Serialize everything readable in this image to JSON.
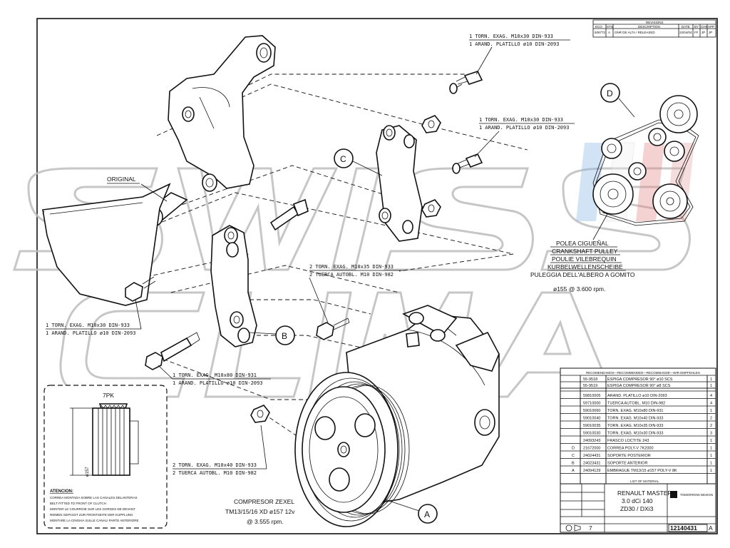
{
  "watermark": "SWISS CLIMA",
  "revisions": {
    "title": "REVISIONS",
    "headers": [
      "ECO",
      "STS",
      "DESCRIPTION",
      "DATE",
      "BY",
      "CHK",
      "APP"
    ],
    "row": [
      "508772",
      "A",
      "ONR DE ALTA / RELEASED",
      "22/04/04",
      "FF",
      "JP",
      "JP"
    ]
  },
  "callouts": {
    "top": [
      "1 TORN. EXAG. M10x30 DIN-933",
      "1 ARAND. PLATILLO ø10 DIN-2093"
    ],
    "mid": [
      "1 TORN. EXAG. M10x30 DIN-933",
      "1 ARAND. PLATILLO ø10 DIN-2093"
    ],
    "original": "ORIGINAL",
    "left": [
      "1 TORN. EXAG. M10x30 DIN-933",
      "1 ARAND. PLATILLO ø10 DIN-2093"
    ],
    "center": [
      "2 TORN. EXAG. M10x35 DIN-933",
      "2 TUERCA AUTOBL. M10 DIN-982"
    ],
    "b_bolt": [
      "1 TORN. EXAG. M10x80 DIN-931",
      "1 ARAND. PLATILLO ø10 DIN-2093"
    ],
    "bottom": [
      "2 TORN. EXAG. M10x40 DIN-933",
      "2 TUERCA AUTOBL. M10 DIN-982"
    ]
  },
  "part_labels": {
    "a": "A",
    "b": "B",
    "c": "C",
    "d": "D"
  },
  "pulley": {
    "lines": [
      "POLEA CIGUEÑAL",
      "CRANKSHAFT PULLEY",
      "POULIE VILEBREQUIN",
      "KURBELWELLENSCHEIBE",
      "PULEGGIA DELL'ALBERO A GOMITO"
    ],
    "spec": "ø155 @ 3.600 rpm."
  },
  "compressor": {
    "lines": [
      "COMPRESOR ZEXEL",
      "TM13/15/16 XD ø157 12v",
      "@ 3.555 rpm."
    ]
  },
  "belt_detail": {
    "title": "7PK",
    "dim": "ø157",
    "warning_title": "ATENCION:",
    "warning": [
      "CORREA MONTADA SOBRE LAS CANALES DELANTERAS",
      "BELT FITTED TO FRONT OF CLUTCH",
      "MONTER LE COURROIE SUR LES GORGES DE DEVANT",
      "RIEMEN GEPASST ZUR FRONTSEITE DER KUPPLUNG",
      "MONTARE LA CINGHIA SULLE CANALI PARTE ANTERIORE"
    ]
  },
  "recommended": {
    "title": "RECOMENDAMOS—RECOMMENDED—RECOMMANDÉ—WIR EMPFEHLEN",
    "rows": [
      {
        "code": "55-9518",
        "desc": "ESPIGA COMPRESOR 90° ø10 SCS",
        "qty": "1"
      },
      {
        "code": "55-9519",
        "desc": "ESPIGA COMPRESOR 90° ø8 SCS",
        "qty": "1"
      }
    ]
  },
  "bom": {
    "rows": [
      {
        "item": "",
        "code": "59810005",
        "desc": "ARAND. PLATILLO ø10 DIN-2093",
        "qty": "4"
      },
      {
        "item": "",
        "code": "59710000",
        "desc": "TUERCA AUTOBL. M10 DIN-982",
        "qty": "4"
      },
      {
        "item": "",
        "code": "59010060",
        "desc": "TORN. EXAG. M10x80 DIN-931",
        "qty": "1"
      },
      {
        "item": "",
        "code": "59010040",
        "desc": "TORN. EXAG. M10x40 DIN-933",
        "qty": "2"
      },
      {
        "item": "",
        "code": "59010035",
        "desc": "TORN. EXAG. M10x35 DIN-933",
        "qty": "2"
      },
      {
        "item": "",
        "code": "59010030",
        "desc": "TORN. EXAG. M10x30 DIN-933",
        "qty": "3"
      },
      {
        "item": "",
        "code": "24093243",
        "desc": "FRASCO LOCTITE 243",
        "qty": "1"
      },
      {
        "item": "D",
        "code": "21672000",
        "desc": "CORREA POLY-V 7K2000",
        "qty": "1"
      },
      {
        "item": "C",
        "code": "24024431",
        "desc": "SOPORTE POSTERIOR",
        "qty": "1"
      },
      {
        "item": "B",
        "code": "24023431",
        "desc": "SOPORTE ANTERIOR",
        "qty": "1"
      },
      {
        "item": "A",
        "code": "24094129",
        "desc": "EMBRAGUE TM13/15 ø157 POLY-V 8K",
        "qty": "1"
      }
    ],
    "footer": "LIST OF MATERIAL"
  },
  "title_block": {
    "lines": [
      "RENAULT MASTER",
      "3.0 dCi 140",
      "ZD30 / DXi3"
    ],
    "company": "TOMORROW DESIGN",
    "drawing_number": "12140431",
    "revision": "A",
    "sheet": "7"
  }
}
